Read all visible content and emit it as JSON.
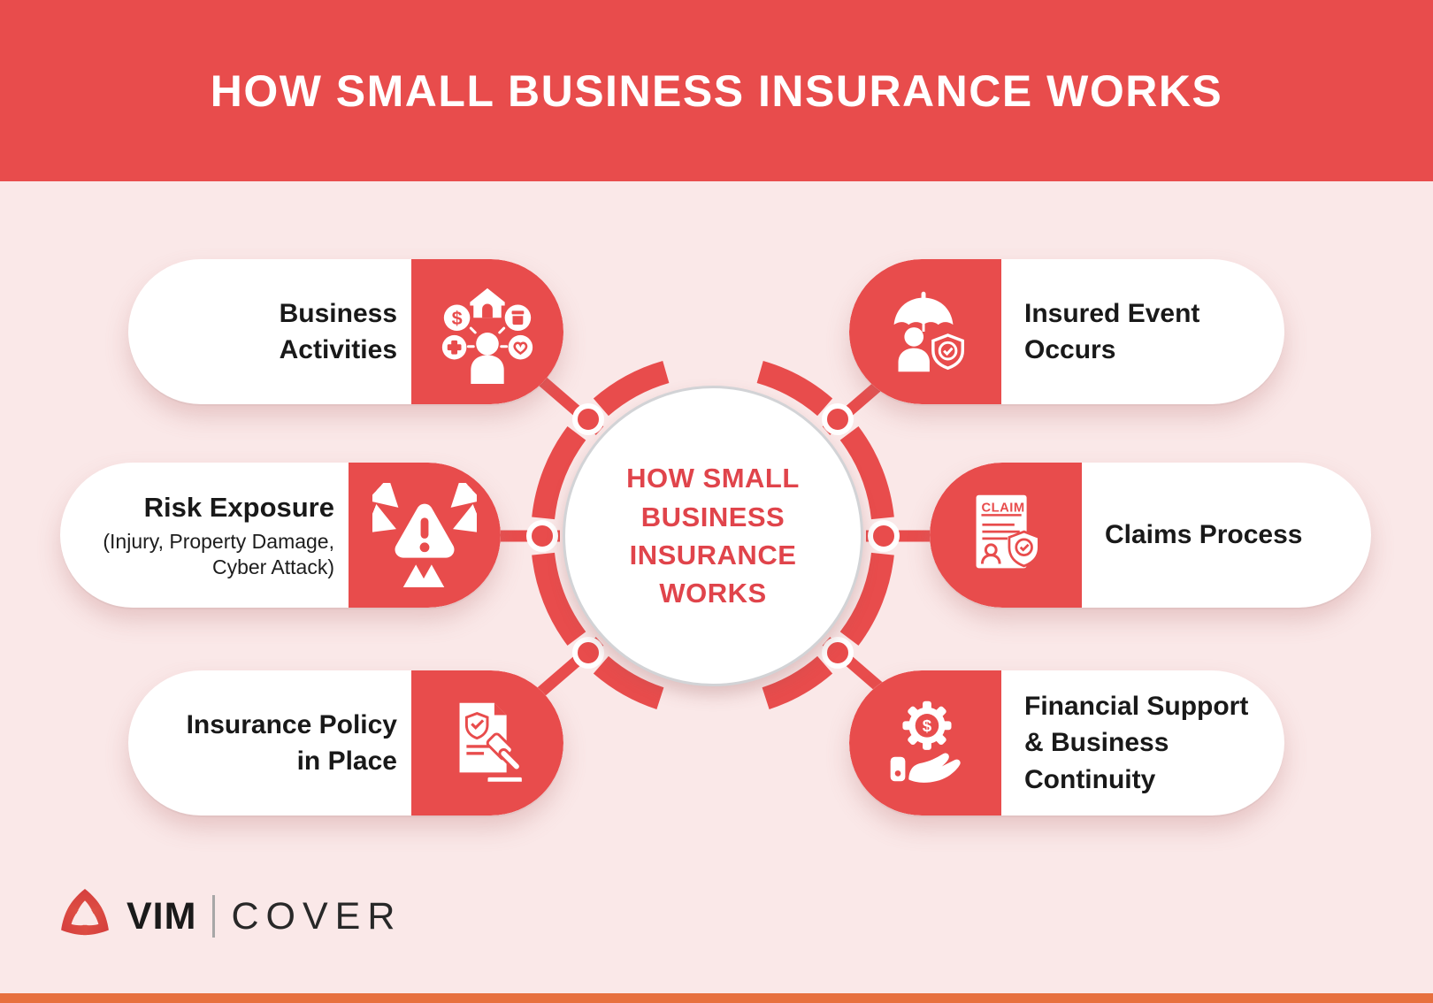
{
  "header": {
    "title": "HOW SMALL BUSINESS INSURANCE WORKS"
  },
  "center": {
    "title": "HOW SMALL\nBUSINESS\nINSURANCE\nWORKS"
  },
  "cards": [
    {
      "title": "Business\nActivities",
      "subtitle": "",
      "icon": "business-activities-icon"
    },
    {
      "title": "Risk Exposure",
      "subtitle": "(Injury, Property Damage,\nCyber Attack)",
      "icon": "risk-exposure-icon"
    },
    {
      "title": "Insurance Policy\nin Place",
      "subtitle": "",
      "icon": "insurance-policy-icon"
    },
    {
      "title": "Insured Event\nOccurs",
      "subtitle": "",
      "icon": "insured-event-icon"
    },
    {
      "title": "Claims Process",
      "subtitle": "",
      "icon": "claims-process-icon"
    },
    {
      "title": "Financial Support\n& Business\nContinuity",
      "subtitle": "",
      "icon": "financial-support-icon"
    }
  ],
  "icon_labels": {
    "claim": "CLAIM",
    "dollar": "$"
  },
  "footer": {
    "brand_primary": "VIM",
    "brand_secondary": "COVER"
  },
  "colors": {
    "primary_red": "#E84C4C",
    "center_title_red": "#E0444B",
    "background_pink": "#FAE8E8",
    "bottom_strip_orange": "#E7703E",
    "text_dark": "#1A1A1A",
    "white": "#FFFFFF"
  }
}
